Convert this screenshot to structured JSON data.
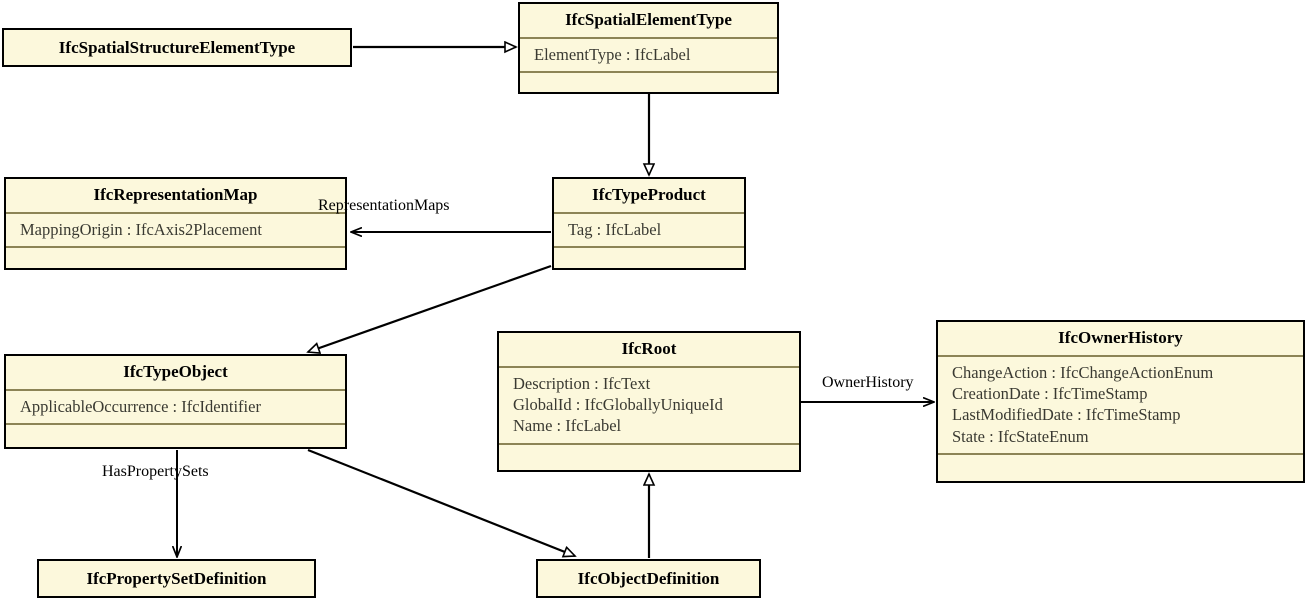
{
  "diagram": {
    "title": "IFC Type Object UML class diagram",
    "style": {
      "box_fill": "#fcf8dc",
      "box_border": "#000000",
      "divider": "#8c8456",
      "attr_text": "#3a3a32",
      "title_text": "#000000",
      "edge": "#000000",
      "background": "#ffffff"
    },
    "classes": [
      {
        "id": "IfcSpatialStructureElementType",
        "name": "IfcSpatialStructureElementType",
        "attributes": [],
        "compartments": 1
      },
      {
        "id": "IfcSpatialElementType",
        "name": "IfcSpatialElementType",
        "attributes": [
          "ElementType : IfcLabel"
        ],
        "compartments": 3
      },
      {
        "id": "IfcRepresentationMap",
        "name": "IfcRepresentationMap",
        "attributes": [
          "MappingOrigin : IfcAxis2Placement"
        ],
        "compartments": 3
      },
      {
        "id": "IfcTypeProduct",
        "name": "IfcTypeProduct",
        "attributes": [
          "Tag : IfcLabel"
        ],
        "compartments": 3
      },
      {
        "id": "IfcTypeObject",
        "name": "IfcTypeObject",
        "attributes": [
          "ApplicableOccurrence : IfcIdentifier"
        ],
        "compartments": 3
      },
      {
        "id": "IfcRoot",
        "name": "IfcRoot",
        "attributes": [
          "Description : IfcText",
          "GlobalId : IfcGloballyUniqueId",
          "Name : IfcLabel"
        ],
        "compartments": 3
      },
      {
        "id": "IfcOwnerHistory",
        "name": "IfcOwnerHistory",
        "attributes": [
          "ChangeAction : IfcChangeActionEnum",
          "CreationDate : IfcTimeStamp",
          "LastModifiedDate : IfcTimeStamp",
          "State : IfcStateEnum"
        ],
        "compartments": 3
      },
      {
        "id": "IfcPropertySetDefinition",
        "name": "IfcPropertySetDefinition",
        "attributes": [],
        "compartments": 1
      },
      {
        "id": "IfcObjectDefinition",
        "name": "IfcObjectDefinition",
        "attributes": [],
        "compartments": 1
      }
    ],
    "relationships": [
      {
        "from": "IfcSpatialStructureElementType",
        "to": "IfcSpatialElementType",
        "type": "generalization",
        "label": ""
      },
      {
        "from": "IfcSpatialElementType",
        "to": "IfcTypeProduct",
        "type": "generalization",
        "label": ""
      },
      {
        "from": "IfcTypeProduct",
        "to": "IfcRepresentationMap",
        "type": "association",
        "label": "RepresentationMaps"
      },
      {
        "from": "IfcTypeProduct",
        "to": "IfcTypeObject",
        "type": "generalization",
        "label": ""
      },
      {
        "from": "IfcTypeObject",
        "to": "IfcPropertySetDefinition",
        "type": "association",
        "label": "HasPropertySets"
      },
      {
        "from": "IfcTypeObject",
        "to": "IfcObjectDefinition",
        "type": "generalization",
        "label": ""
      },
      {
        "from": "IfcObjectDefinition",
        "to": "IfcRoot",
        "type": "generalization",
        "label": ""
      },
      {
        "from": "IfcRoot",
        "to": "IfcOwnerHistory",
        "type": "association",
        "label": "OwnerHistory"
      }
    ],
    "edge_labels": {
      "representation_maps": "RepresentationMaps",
      "owner_history": "OwnerHistory",
      "has_property_sets": "HasPropertySets"
    }
  }
}
